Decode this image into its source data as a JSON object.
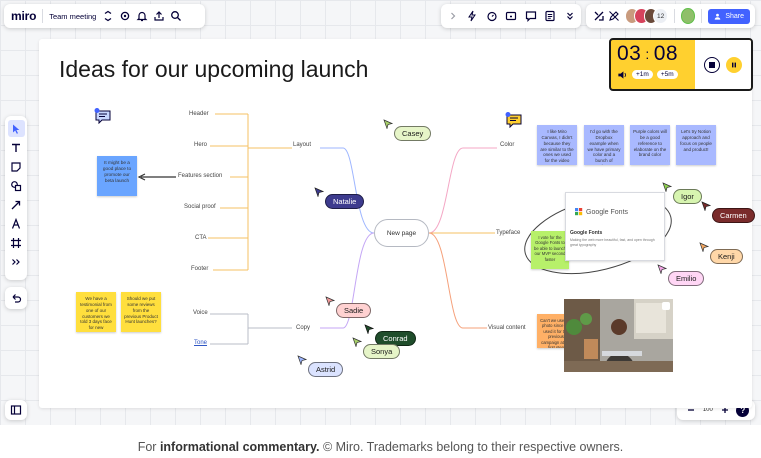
{
  "app": {
    "logo": "miro",
    "board_title": "Team meeting",
    "share_label": "Share",
    "collaborator_count": "12",
    "zoom_level": "100",
    "help_label": "?"
  },
  "board": {
    "title": "Ideas for our upcoming launch"
  },
  "timer": {
    "minutes": "03",
    "seconds": "08",
    "add_1m": "+1m",
    "add_5m": "+5m"
  },
  "mindmap": {
    "center": "New page",
    "branches": {
      "layout": "Layout",
      "copy": "Copy",
      "color": "Color",
      "typeface": "Typeface",
      "visual_content": "Visual content"
    },
    "layout_items": [
      "Header",
      "Hero",
      "Features section",
      "Social proof",
      "CTA",
      "Footer"
    ],
    "copy_items": [
      "Voice",
      "Tone"
    ]
  },
  "stickies": {
    "features": "It might be a good place to promote our beta launch",
    "voice_1": "We have a testimonial from one of our customers we told 3 days face for new",
    "voice_2": "Should we put some reviews from the previous Product Hunt launches?",
    "color_1": "I like Miro Canvas, I didn't because they are similar to the ones we used for the video",
    "color_2": "I'd go with the Dropbox example when we have primary color and a bunch of secondary ones",
    "color_3": "Purple colors will be a good reference to elaborate on the brand color",
    "color_4": "Let's try Notion approach and focus on people and product!",
    "typeface": "I vote for the Google Fonts to be able to launch our MVP second faster",
    "visual": "Can't we use this photo since we used it for the previous campaign at the first step"
  },
  "typeface_card": {
    "brand": "Google Fonts",
    "heading": "Google Fonts",
    "body": "Making the web more beautiful, fast, and open through great typography"
  },
  "cursors": [
    {
      "name": "Casey",
      "color": "#e6f5c8"
    },
    {
      "name": "Natalie",
      "color": "#3d3b8e"
    },
    {
      "name": "Sadie",
      "color": "#ffd1d1"
    },
    {
      "name": "Conrad",
      "color": "#1f4d2b"
    },
    {
      "name": "Sonya",
      "color": "#e6f5c8"
    },
    {
      "name": "Astrid",
      "color": "#dbe3ff"
    },
    {
      "name": "Igor",
      "color": "#d7f5b0"
    },
    {
      "name": "Carmen",
      "color": "#7a2b2b"
    },
    {
      "name": "Kenji",
      "color": "#ffd7a8"
    },
    {
      "name": "Emilio",
      "color": "#ffd6f5"
    }
  ],
  "footer": {
    "prefix": "For ",
    "bold": "informational commentary.",
    "suffix": " © Miro. Trademarks belong to their respective owners."
  },
  "icons": [
    "menu-chevron-icon",
    "gear-icon",
    "bell-icon",
    "upload-icon",
    "search-icon",
    "chevron-right-icon",
    "lightning-icon",
    "timer-icon",
    "frame-icon",
    "comment-icon",
    "notes-icon",
    "more-chevron-icon",
    "reaction-icon",
    "pencil-icon",
    "cursor-icon",
    "text-icon",
    "sticky-icon",
    "shapes-icon",
    "arrow-icon",
    "pen-icon",
    "frame-tool-icon",
    "more-tools-icon",
    "undo-icon",
    "panel-icon",
    "zoom-out-icon",
    "zoom-in-icon",
    "volume-icon",
    "stop-icon",
    "pause-icon",
    "comment-bubble-icon",
    "lock-icon"
  ]
}
